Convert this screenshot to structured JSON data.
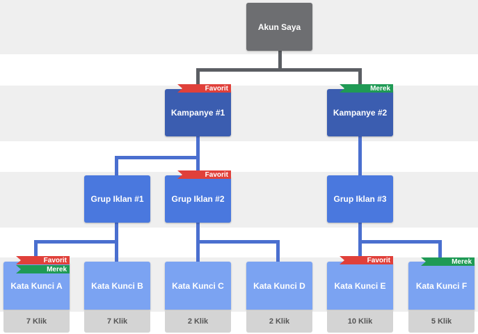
{
  "root": {
    "label": "Akun Saya"
  },
  "campaigns": [
    {
      "label": "Kampanye #1",
      "tags": [
        "Favorit"
      ]
    },
    {
      "label": "Kampanye #2",
      "tags": [
        "Merek"
      ]
    }
  ],
  "ad_groups": [
    {
      "label": "Grup Iklan #1",
      "tags": []
    },
    {
      "label": "Grup Iklan #2",
      "tags": [
        "Favorit"
      ]
    },
    {
      "label": "Grup Iklan #3",
      "tags": []
    }
  ],
  "keywords": [
    {
      "label": "Kata Kunci A",
      "clicks": "7 Klik",
      "tags": [
        "Favorit",
        "Merek"
      ]
    },
    {
      "label": "Kata Kunci B",
      "clicks": "7 Klik",
      "tags": []
    },
    {
      "label": "Kata Kunci C",
      "clicks": "2 Klik",
      "tags": []
    },
    {
      "label": "Kata Kunci D",
      "clicks": "2 Klik",
      "tags": []
    },
    {
      "label": "Kata Kunci E",
      "clicks": "10 Klik",
      "tags": [
        "Favorit"
      ]
    },
    {
      "label": "Kata Kunci F",
      "clicks": "5 Klik",
      "tags": [
        "Merek"
      ]
    }
  ],
  "colors": {
    "root": "#6d6e71",
    "campaign": "#3b5db0",
    "ad_group": "#4a78de",
    "keyword": "#7ba3f2",
    "tag_favorit": "#e0403a",
    "tag_merek": "#1f9a55"
  }
}
